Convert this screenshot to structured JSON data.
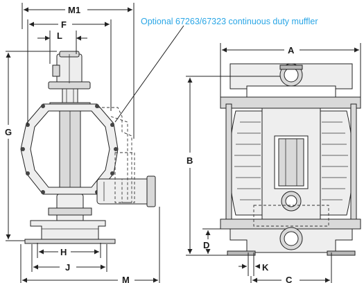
{
  "callout": {
    "text": "Optional  67263/67323 continuous duty muffler"
  },
  "dimensions": {
    "M1": "M1",
    "F": "F",
    "L": "L",
    "G": "G",
    "H": "H",
    "J": "J",
    "M": "M",
    "A": "A",
    "B": "B",
    "D": "D",
    "K": "K",
    "C": "C"
  }
}
